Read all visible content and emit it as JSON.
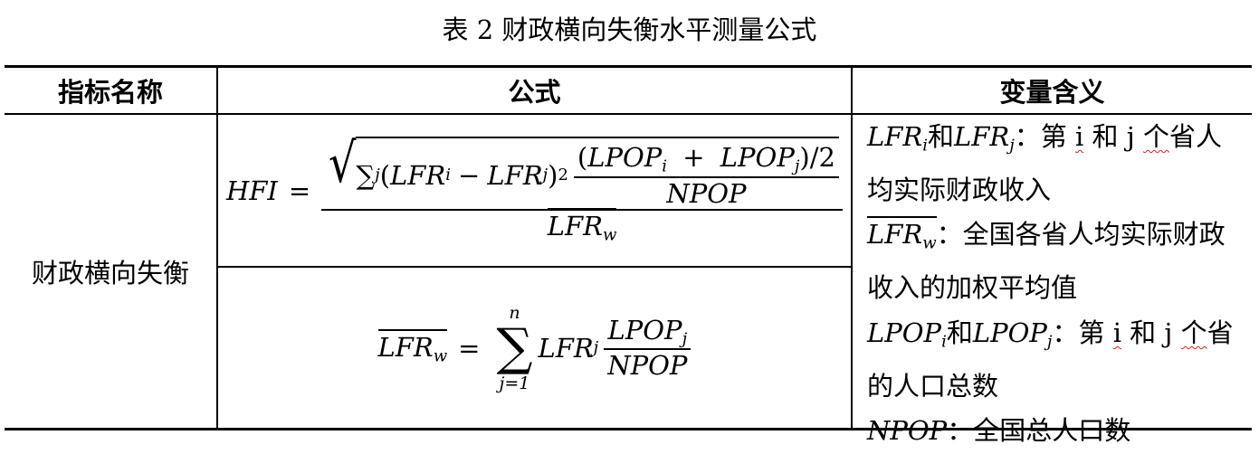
{
  "caption": "表 2  财政横向失衡水平测量公式",
  "headers": [
    "指标名称",
    "公式",
    "变量含义"
  ],
  "indicator_name": "财政横向失衡",
  "formula1": {
    "lhs": "HFI",
    "eq": "=",
    "sum": "∑",
    "sum_sub": "j",
    "lfr": "LFR",
    "i": "i",
    "j": "j",
    "minus": "−",
    "sq": "2",
    "lpop": "LPOP",
    "plus": "+",
    "div2": "/2",
    "npop": "NPOP",
    "w": "w",
    "radical": "√",
    "open": "(",
    "close": ")"
  },
  "formula2": {
    "lfr": "LFR",
    "w": "w",
    "eq": "=",
    "sum": "∑",
    "upper": "n",
    "lower": "j=1",
    "j": "j",
    "lpop": "LPOP",
    "npop": "NPOP"
  },
  "descriptions": {
    "d1_and": "和",
    "d1_text_a": "：第 ",
    "d1_i": "i",
    "d1_mid": " 和 j ",
    "d1_ge": "个",
    "d1_text_b": "省人均实际财政收入",
    "d2_text": "：全国各省人均实际财政收入的加权平均值",
    "d3_and": "和",
    "d3_text_a": "：第 ",
    "d3_i": "i",
    "d3_mid": " 和 j ",
    "d3_ge": "个",
    "d3_text_b": "省的人口总数",
    "d4_npop": "NPOP",
    "d4_text": "：全国总人口数"
  }
}
